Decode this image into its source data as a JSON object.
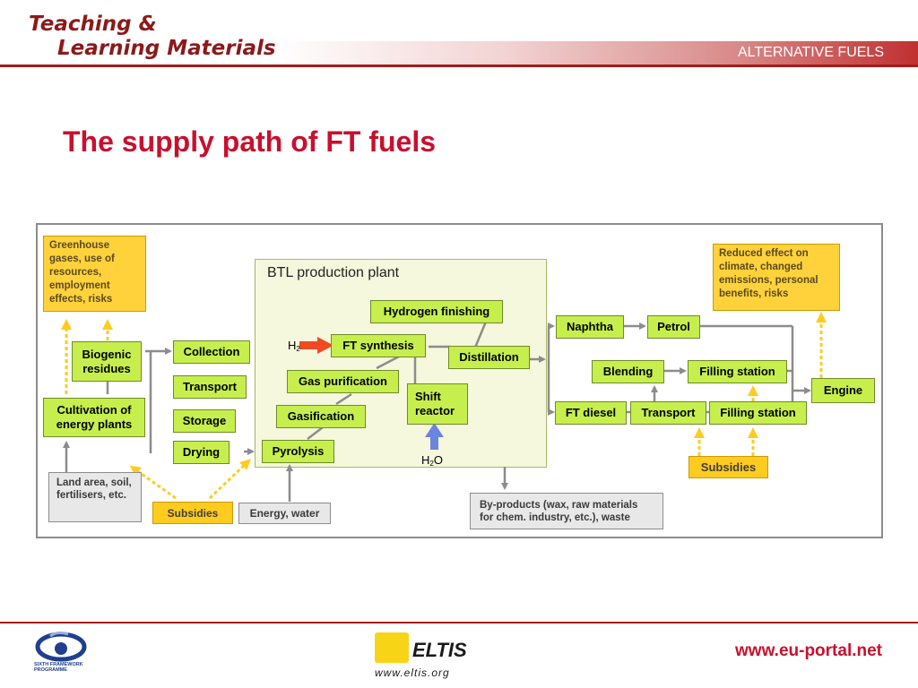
{
  "header": {
    "title_line1": "Teaching &",
    "title_line2": "Learning Materials",
    "topic": "ALTERNATIVE FUELS"
  },
  "slide": {
    "title": "The supply path of FT fuels"
  },
  "diagram": {
    "plant_label": "BTL production plant",
    "impact_note": "Greenhouse gases, use of resources, employment effects, risks",
    "benefit_note": "Reduced effect on climate, changed emissions, personal benefits, risks",
    "biogenic": "Biogenic residues",
    "cultivation": "Cultivation of energy plants",
    "land": "Land area, soil, fertilisers, etc.",
    "subsidies_left": "Subsidies",
    "subsidies_right": "Subsidies",
    "energy": "Energy, water",
    "collection": "Collection",
    "transport_left": "Transport",
    "storage": "Storage",
    "drying": "Drying",
    "pyrolysis": "Pyrolysis",
    "gasification": "Gasification",
    "gas_purification": "Gas purification",
    "ft_synthesis": "FT synthesis",
    "hydrogen_finishing": "Hydrogen finishing",
    "shift_reactor": "Shift reactor",
    "distillation": "Distillation",
    "h2_main": "H",
    "h2_sub": "2",
    "h2o_main": "H",
    "h2o_sub": "2",
    "h2o_tail": "O",
    "byproducts": "By-products (wax, raw materials for chem. industry, etc.), waste",
    "naphtha": "Naphtha",
    "petrol": "Petrol",
    "blending": "Blending",
    "filling_station_top": "Filling station",
    "ft_diesel": "FT diesel",
    "transport_right": "Transport",
    "filling_station_bottom": "Filling station",
    "engine": "Engine"
  },
  "footer": {
    "fp6_line1": "SIXTH FRAMEWORK",
    "fp6_line2": "PROGRAMME",
    "eltis_name": "ELTIS",
    "eltis_url": "www.eltis.org",
    "portal_url": "www.eu-portal.net"
  },
  "colors": {
    "brand_red": "#c8102e",
    "process_green": "#c6ef4d",
    "subsidy_yellow": "#ffcb1f",
    "input_gray": "#e8e8e8",
    "h2_arrow": "#f04a23",
    "h2o_arrow": "#6b84e0"
  }
}
